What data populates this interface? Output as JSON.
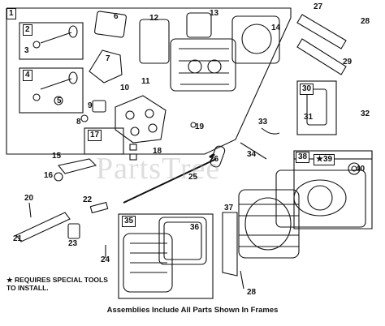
{
  "diagram": {
    "note": "★ REQUIRES SPECIAL TOOLS TO INSTALL.",
    "footer": "Assemblies Include All Parts Shown In Frames",
    "watermark": "PartsTree",
    "frames": [
      "1",
      "2",
      "4",
      "17",
      "30",
      "35",
      "38"
    ],
    "special_tool_mark": "★39",
    "part_labels": [
      "3",
      "5",
      "6",
      "7",
      "8",
      "9",
      "10",
      "11",
      "12",
      "13",
      "14",
      "15",
      "16",
      "18",
      "19",
      "20",
      "21",
      "22",
      "23",
      "24",
      "25",
      "26",
      "27",
      "28",
      "29",
      "31",
      "32",
      "33",
      "34",
      "36",
      "37",
      "40"
    ],
    "footer_second_28": "28"
  }
}
